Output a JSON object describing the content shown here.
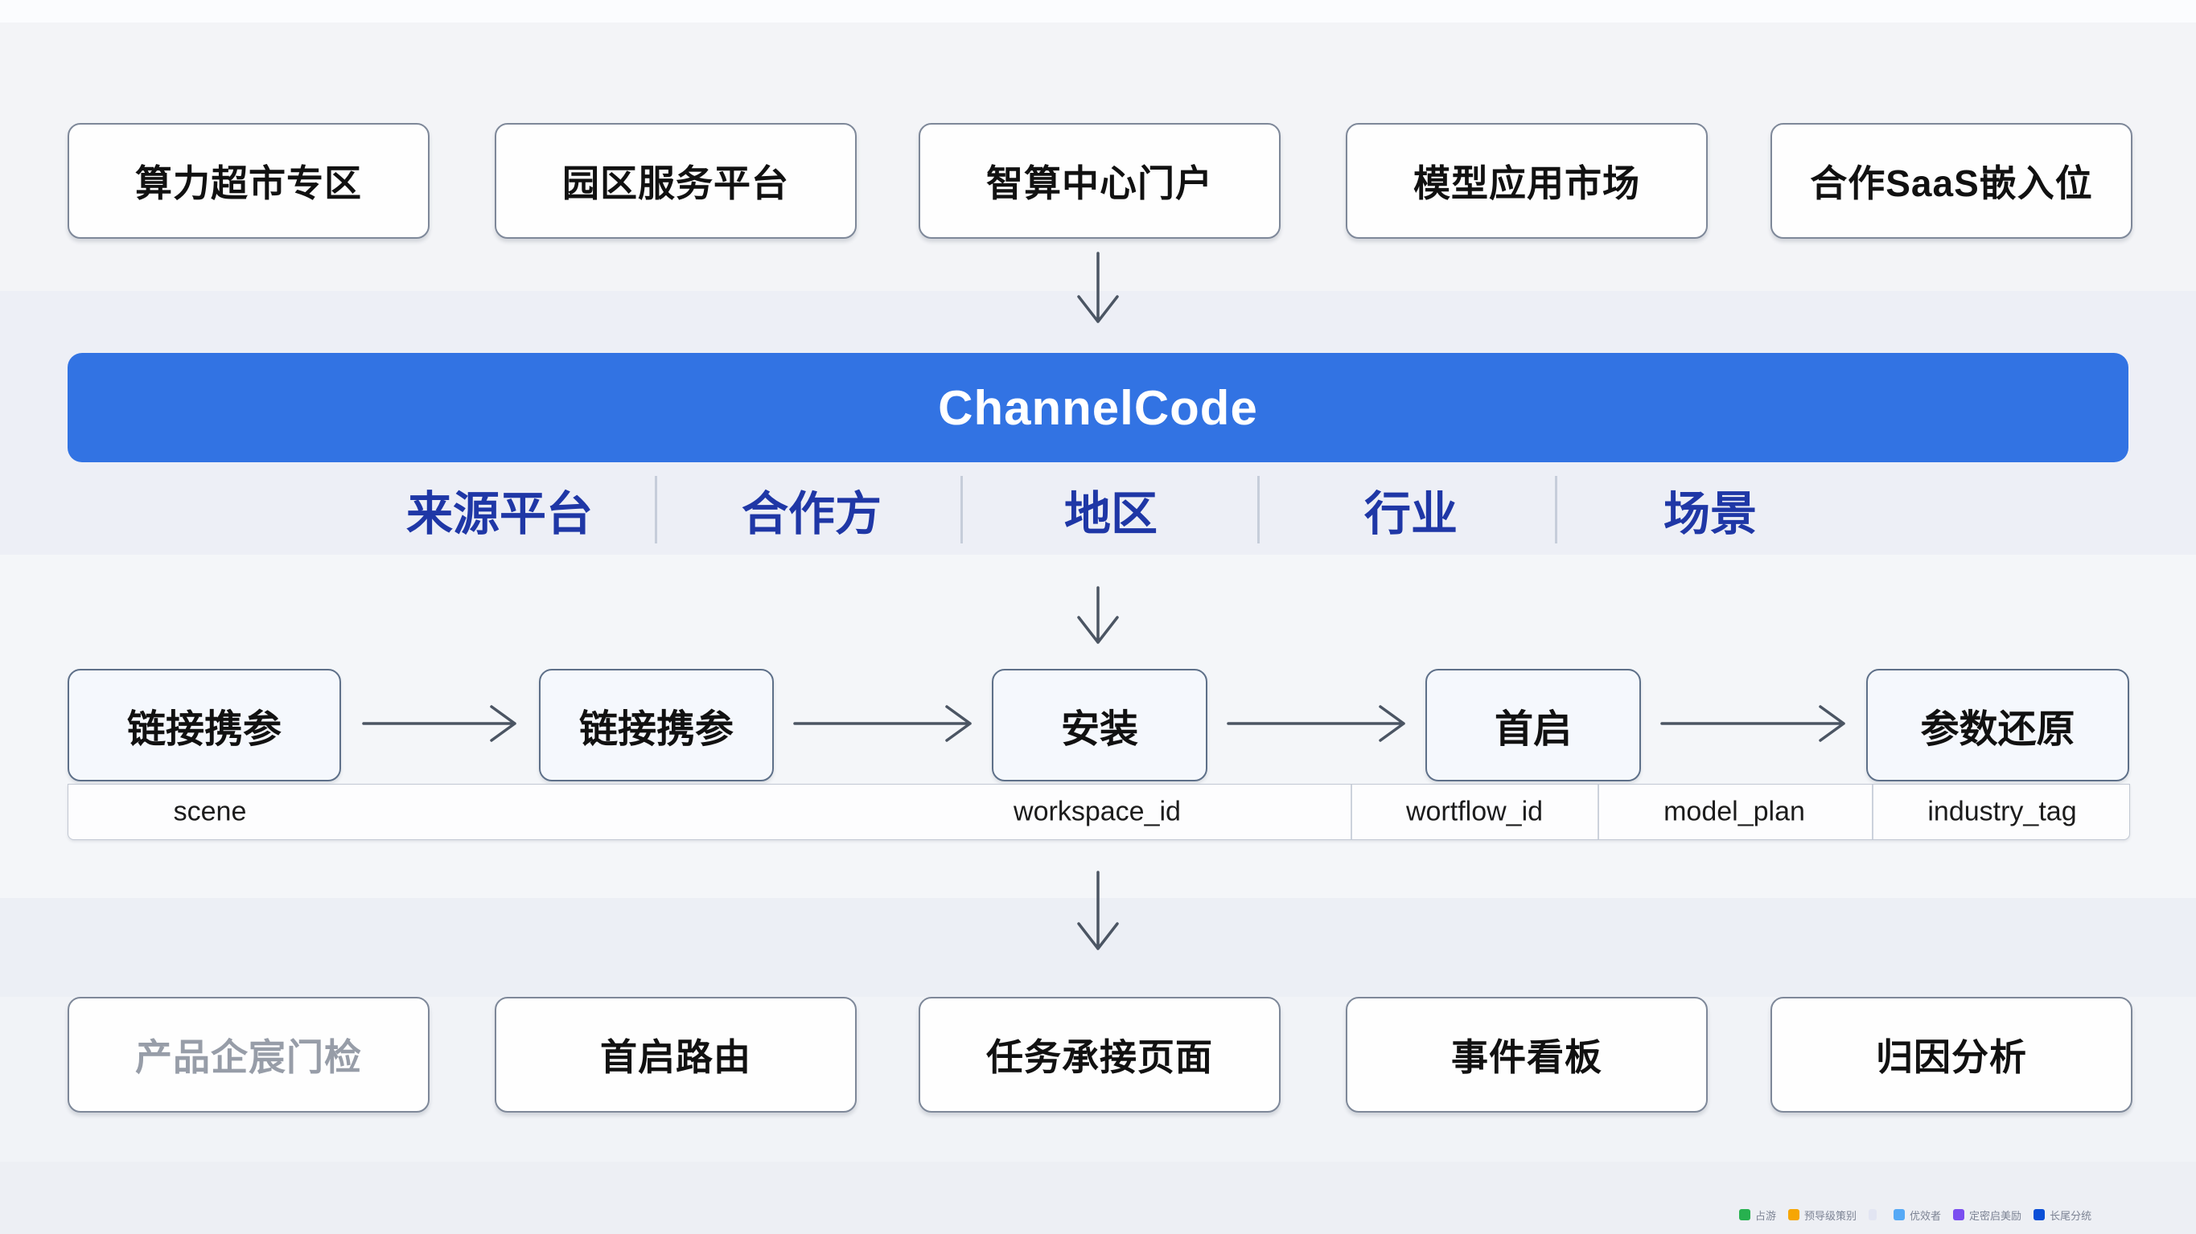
{
  "sources": {
    "items": [
      "算力超市专区",
      "园区服务平台",
      "智算中心门户",
      "模型应用市场",
      "合作SaaS嵌入位"
    ]
  },
  "channel": {
    "title": "ChannelCode",
    "bar_color": "#3273e3"
  },
  "dimensions": {
    "items": [
      "来源平台",
      "合作方",
      "地区",
      "行业",
      "场景"
    ]
  },
  "flow": {
    "steps": [
      "链接携参",
      "链接携参",
      "安装",
      "首启",
      "参数还原"
    ]
  },
  "params": {
    "cells": [
      "scene",
      "workspace_id",
      "wortflow_id",
      "model_plan",
      "industry_tag"
    ]
  },
  "destinations": {
    "items": [
      "产品企宸门检",
      "首启路由",
      "任务承接页面",
      "事件看板",
      "归因分析"
    ]
  },
  "legend": {
    "items": [
      {
        "label": "占游",
        "color": "#27b14f"
      },
      {
        "label": "预导级策别",
        "color": "#f6a604"
      },
      {
        "label": "",
        "color": "#e2e5f2"
      },
      {
        "label": "优效者",
        "color": "#55a9f6"
      },
      {
        "label": "定密启美励",
        "color": "#7b4ef0"
      },
      {
        "label": "长尾分统",
        "color": "#0b4fd7"
      }
    ]
  }
}
